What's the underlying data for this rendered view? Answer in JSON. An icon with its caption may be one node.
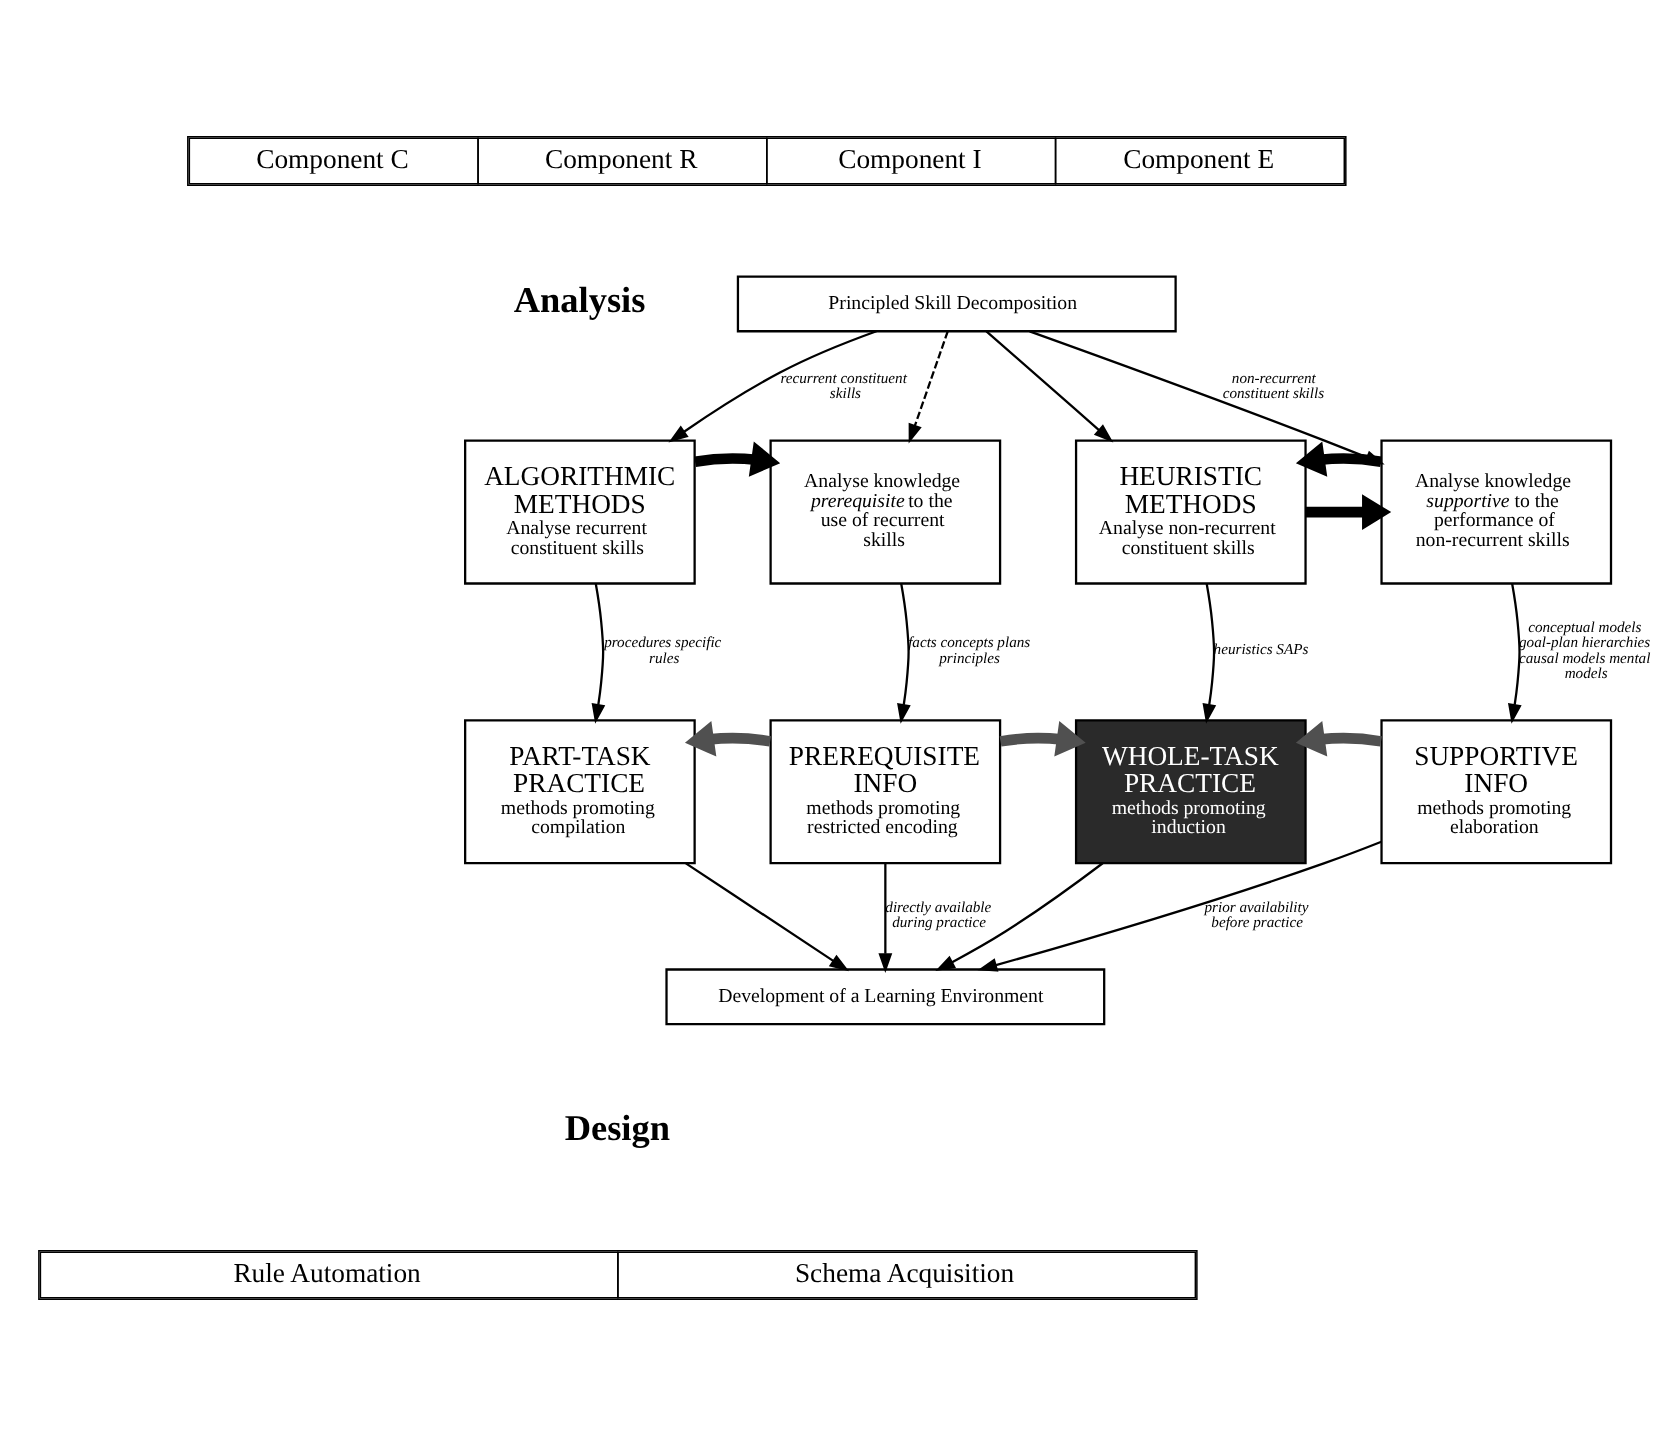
{
  "diagram": {
    "nodes": [
      {
        "text": [
          "Principled Skill Decomposition"
        ]
      },
      {
        "text": [
          "ALGORITHMIC METHODS",
          "Analyse recurrent constituent skills"
        ]
      },
      {
        "text": [
          "Analyse knowledge *prerequisite* to the use of recurrent skills"
        ]
      },
      {
        "text": [
          "HEURISTIC METHODS",
          "Analyse non-recurrent constituent skills"
        ]
      },
      {
        "text": [
          "Analyse knowledge *supportive* to the performance of non-recurrent skills"
        ]
      },
      {
        "text": [
          "PART-TASK PRACTICE",
          "methods promoting compilation"
        ]
      },
      {
        "text": [
          "PREREQUISITE INFO",
          "methods promoting restricted encoding"
        ]
      },
      {
        "text": [
          "WHOLE-TASK PRACTICE",
          "methods promoting induction"
        ]
      },
      {
        "text": [
          "SUPPORTIVE INFO",
          "methods promoting elaboration"
        ]
      },
      {
        "text": [
          "Development of a Learning Environment"
        ]
      }
    ],
    "edges": [
      {
        "from": 0,
        "to": 1,
        "arrow": "to",
        "label": "recurrent constituent skills"
      },
      {
        "from": 0,
        "to": 2,
        "arrow": "to",
        "style": "dashed"
      },
      {
        "from": 0,
        "to": 3,
        "arrow": "to"
      },
      {
        "from": 0,
        "to": 4,
        "arrow": "to",
        "label": "non-recurrent constituent skills"
      },
      {
        "from": 1,
        "to": 2,
        "arrow": "to",
        "style": "thick"
      },
      {
        "from": 3,
        "to": 4,
        "arrow": "to",
        "style": "thick"
      },
      {
        "from": 4,
        "to": 3,
        "arrow": "to",
        "style": "thick"
      },
      {
        "from": 1,
        "to": 5,
        "arrow": "to",
        "label": "procedures specific rules"
      },
      {
        "from": 2,
        "to": 6,
        "arrow": "to",
        "label": "facts concepts plans principles"
      },
      {
        "from": 3,
        "to": 7,
        "arrow": "to",
        "label": "heuristics SAPs"
      },
      {
        "from": 4,
        "to": 8,
        "arrow": "to",
        "label": "conceptual models goal-plan hierarchies causal models mental models"
      },
      {
        "from": 6,
        "to": 5,
        "arrow": "to",
        "style": "thick",
        "color": "#505050"
      },
      {
        "from": 6,
        "to": 7,
        "arrow": "to",
        "style": "thick",
        "color": "#505050"
      },
      {
        "from": 8,
        "to": 7,
        "arrow": "to",
        "style": "thick",
        "color": "#505050"
      },
      {
        "from": 5,
        "to": 9,
        "arrow": "to"
      },
      {
        "from": 6,
        "to": 9,
        "arrow": "to",
        "label": "directly available during practice"
      },
      {
        "from": 7,
        "to": 9,
        "arrow": "to"
      },
      {
        "from": 8,
        "to": 9,
        "arrow": "to",
        "label": "prior availability before practice"
      }
    ],
    "labels": [
      "Component C",
      "Component R",
      "Component I",
      "Component E",
      "Analysis",
      "Design",
      "Rule Automation",
      "Schema Acquisition"
    ]
  }
}
